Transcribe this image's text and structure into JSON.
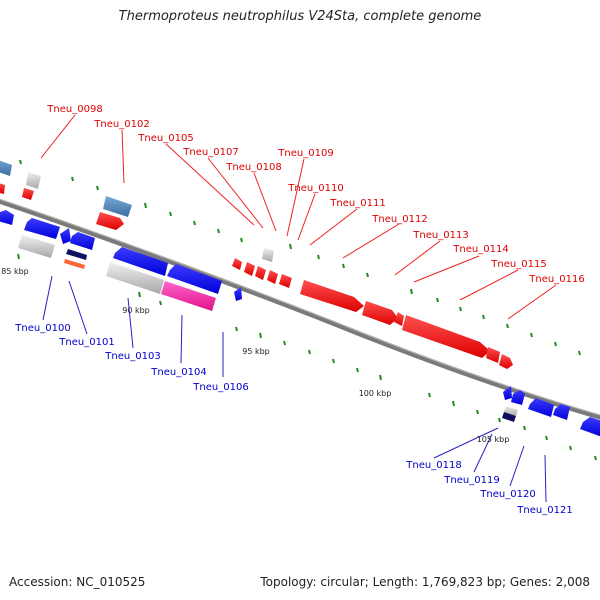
{
  "title": "Thermoproteus neutrophilus V24Sta, complete genome",
  "footer": {
    "accession": "Accession: NC_010525",
    "stats": "Topology: circular; Length: 1,769,823 bp; Genes: 2,008"
  },
  "colors": {
    "forward_gene": "#ff0000",
    "reverse_gene": "#0000ff",
    "backbone": "#808080",
    "top_label": "#dd0000",
    "bottom_label": "#0000cc",
    "tick": "#228b22",
    "rna_gene": "#4682b4",
    "pseudo_gene": "#c0c0c0",
    "misc_feature": "#ff1493"
  },
  "scale_labels": [
    "85 kbp",
    "90 kbp",
    "95 kbp",
    "100 kbp",
    "105 kbp"
  ],
  "top_labels": [
    "Tneu_0098",
    "Tneu_0102",
    "Tneu_0105",
    "Tneu_0107",
    "Tneu_0108",
    "Tneu_0109",
    "Tneu_0110",
    "Tneu_0111",
    "Tneu_0112",
    "Tneu_0113",
    "Tneu_0114",
    "Tneu_0115",
    "Tneu_0116"
  ],
  "bottom_labels": [
    "Tneu_0100",
    "Tneu_0101",
    "Tneu_0103",
    "Tneu_0104",
    "Tneu_0106",
    "Tneu_0118",
    "Tneu_0119",
    "Tneu_0120",
    "Tneu_0121"
  ]
}
